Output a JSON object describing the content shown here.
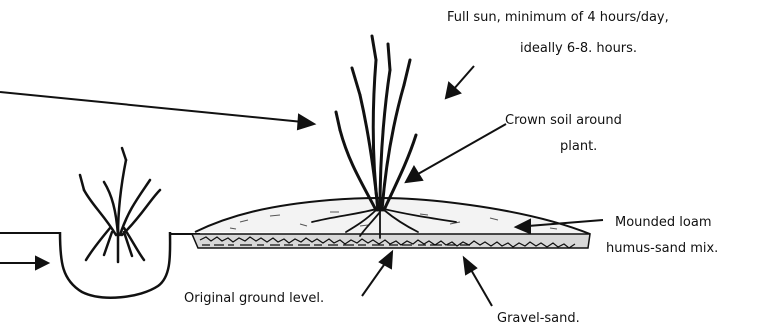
{
  "labels": {
    "sun_line1": "Full sun,  minimum of 4 hours/day,",
    "sun_line2": "ideally 6-8. hours.",
    "crown_line1": "Crown soil around",
    "crown_line2": "plant.",
    "mound_line1": "Mounded loam",
    "mound_line2": "humus-sand mix.",
    "original_ground": "Original ground level.",
    "gravel": "Gravel-sand."
  }
}
